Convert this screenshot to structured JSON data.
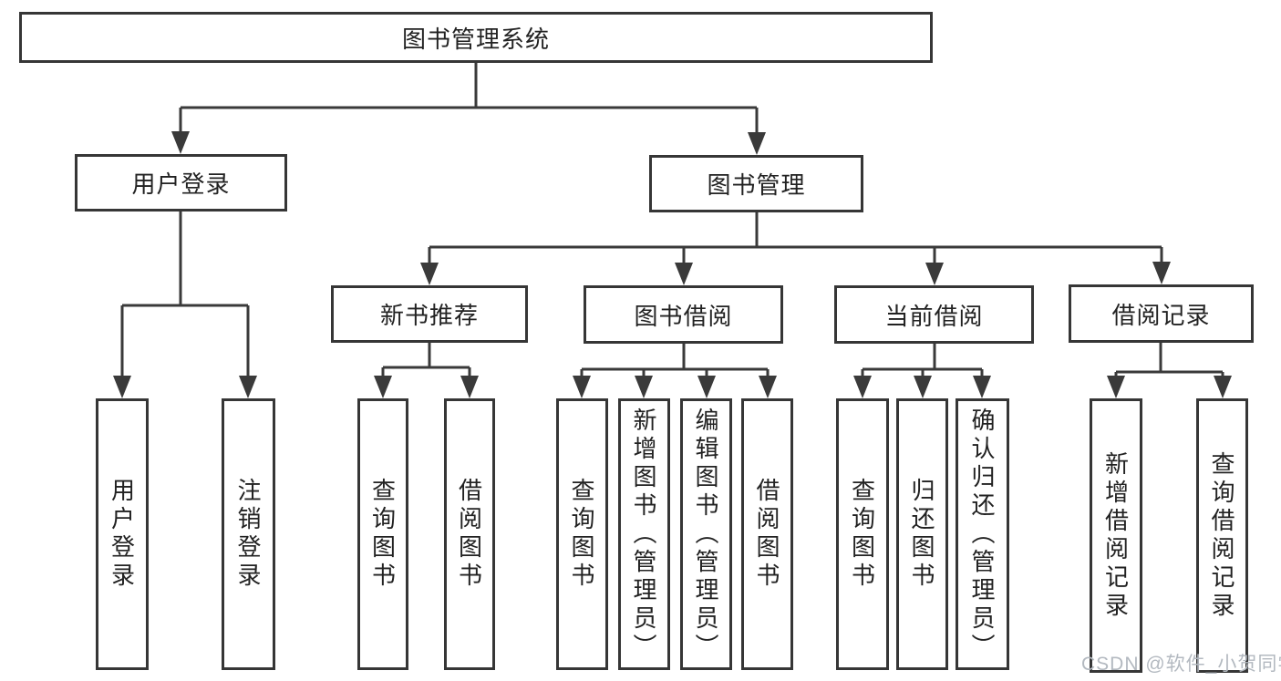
{
  "tree": {
    "label": "图书管理系统",
    "children": [
      {
        "label": "用户登录",
        "children": [
          {
            "label": "用户登录"
          },
          {
            "label": "注销登录"
          }
        ]
      },
      {
        "label": "图书管理",
        "children": [
          {
            "label": "新书推荐",
            "children": [
              {
                "label": "查询图书"
              },
              {
                "label": "借阅图书"
              }
            ]
          },
          {
            "label": "图书借阅",
            "children": [
              {
                "label": "查询图书"
              },
              {
                "label": "新增图书（管理员）"
              },
              {
                "label": "编辑图书（管理员）"
              },
              {
                "label": "借阅图书"
              }
            ]
          },
          {
            "label": "当前借阅",
            "children": [
              {
                "label": "查询图书"
              },
              {
                "label": "归还图书"
              },
              {
                "label": "确认归还（管理员）"
              }
            ]
          },
          {
            "label": "借阅记录",
            "children": [
              {
                "label": "新增借阅记录"
              },
              {
                "label": "查询借阅记录"
              }
            ]
          }
        ]
      }
    ]
  },
  "watermark": "CSDN @软件_小贺同学",
  "colors": {
    "line": "#3a3a3a",
    "border": "#363636",
    "text": "#222222",
    "bg": "#ffffff",
    "watermark": "#b3b9c0"
  }
}
